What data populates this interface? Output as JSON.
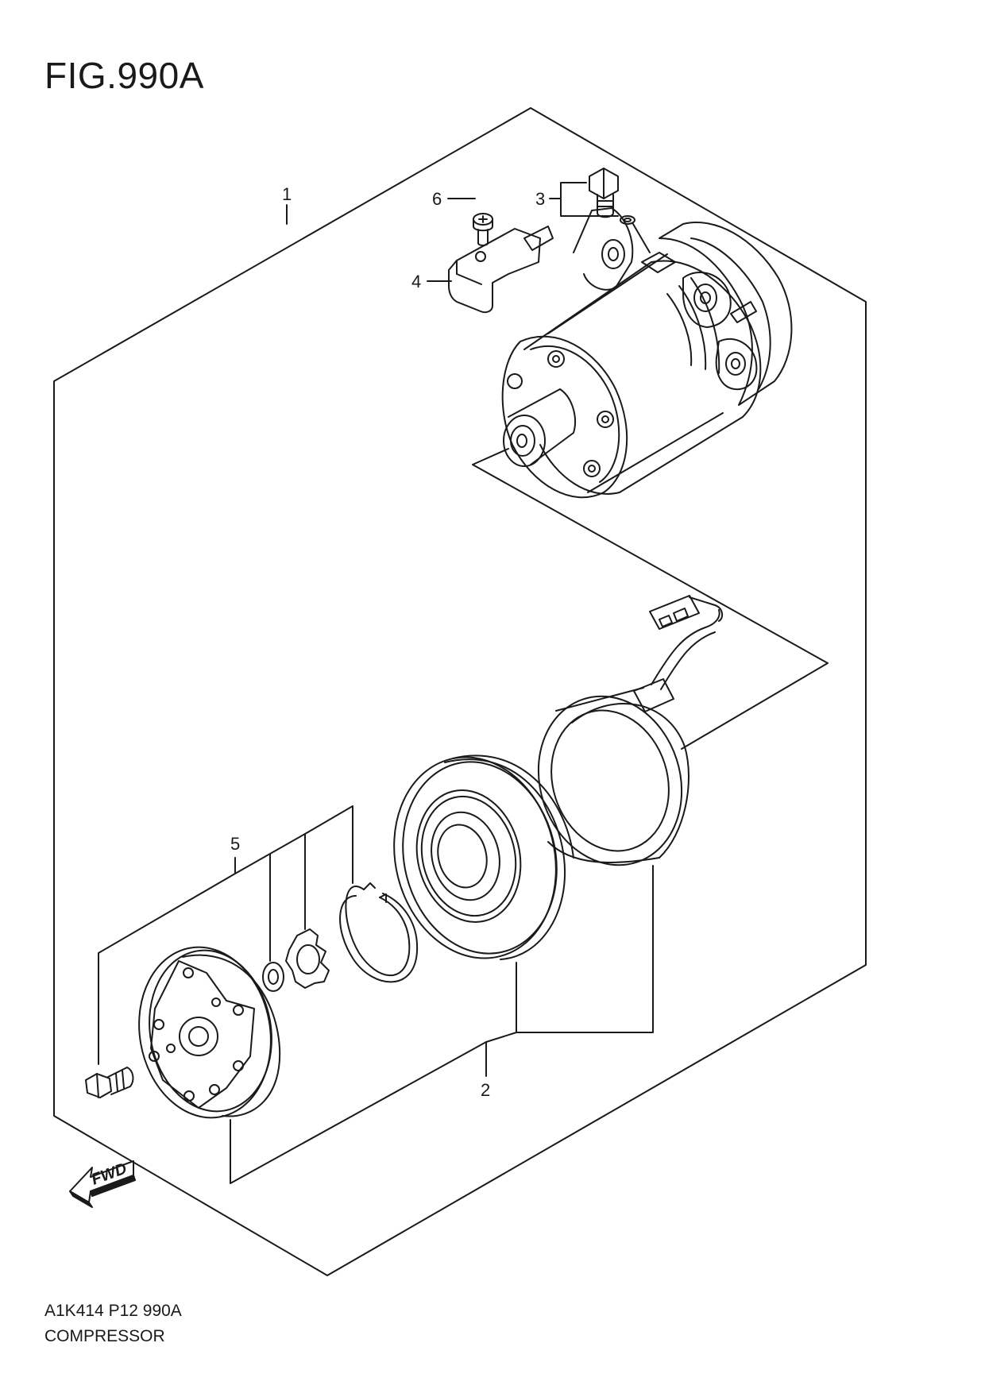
{
  "figure": {
    "title": "FIG.990A"
  },
  "callouts": {
    "c1": "1",
    "c2": "2",
    "c3": "3",
    "c4": "4",
    "c5": "5",
    "c6": "6"
  },
  "fwd_label": "FWD",
  "footer": {
    "code": "A1K414 P12 990A",
    "name": "COMPRESSOR"
  },
  "line_color": "#1a1a1a"
}
